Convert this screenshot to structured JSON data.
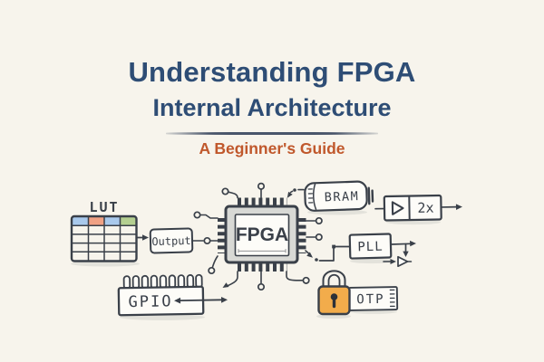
{
  "page": {
    "background_color": "#f7f4ec",
    "ink_color": "#3a4049"
  },
  "header": {
    "title_line1": "Understanding FPGA",
    "title_line2": "Internal Architecture",
    "subtitle": "A Beginner's Guide",
    "title_color": "#2e4d75",
    "subtitle_color": "#c0582c"
  },
  "diagram": {
    "lut": {
      "label": "LUT",
      "columns": 4,
      "rows": 5,
      "header_cell_colors": [
        "#a9c9ec",
        "#f0a184",
        "#a9c9ec",
        "#b4cf90"
      ]
    },
    "output": {
      "label": "Output"
    },
    "fpga": {
      "label": "FPGA",
      "label_color": "#2160a8"
    },
    "bram": {
      "label": "BRAM"
    },
    "multiplier": {
      "label": "2x",
      "icon": "play-triangle-icon"
    },
    "pll": {
      "label": "PLL"
    },
    "gpio": {
      "label": "GPIO"
    },
    "otp": {
      "label": "OTP",
      "icon": "lock-icon",
      "lock_body_color": "#f2ac4b"
    }
  }
}
